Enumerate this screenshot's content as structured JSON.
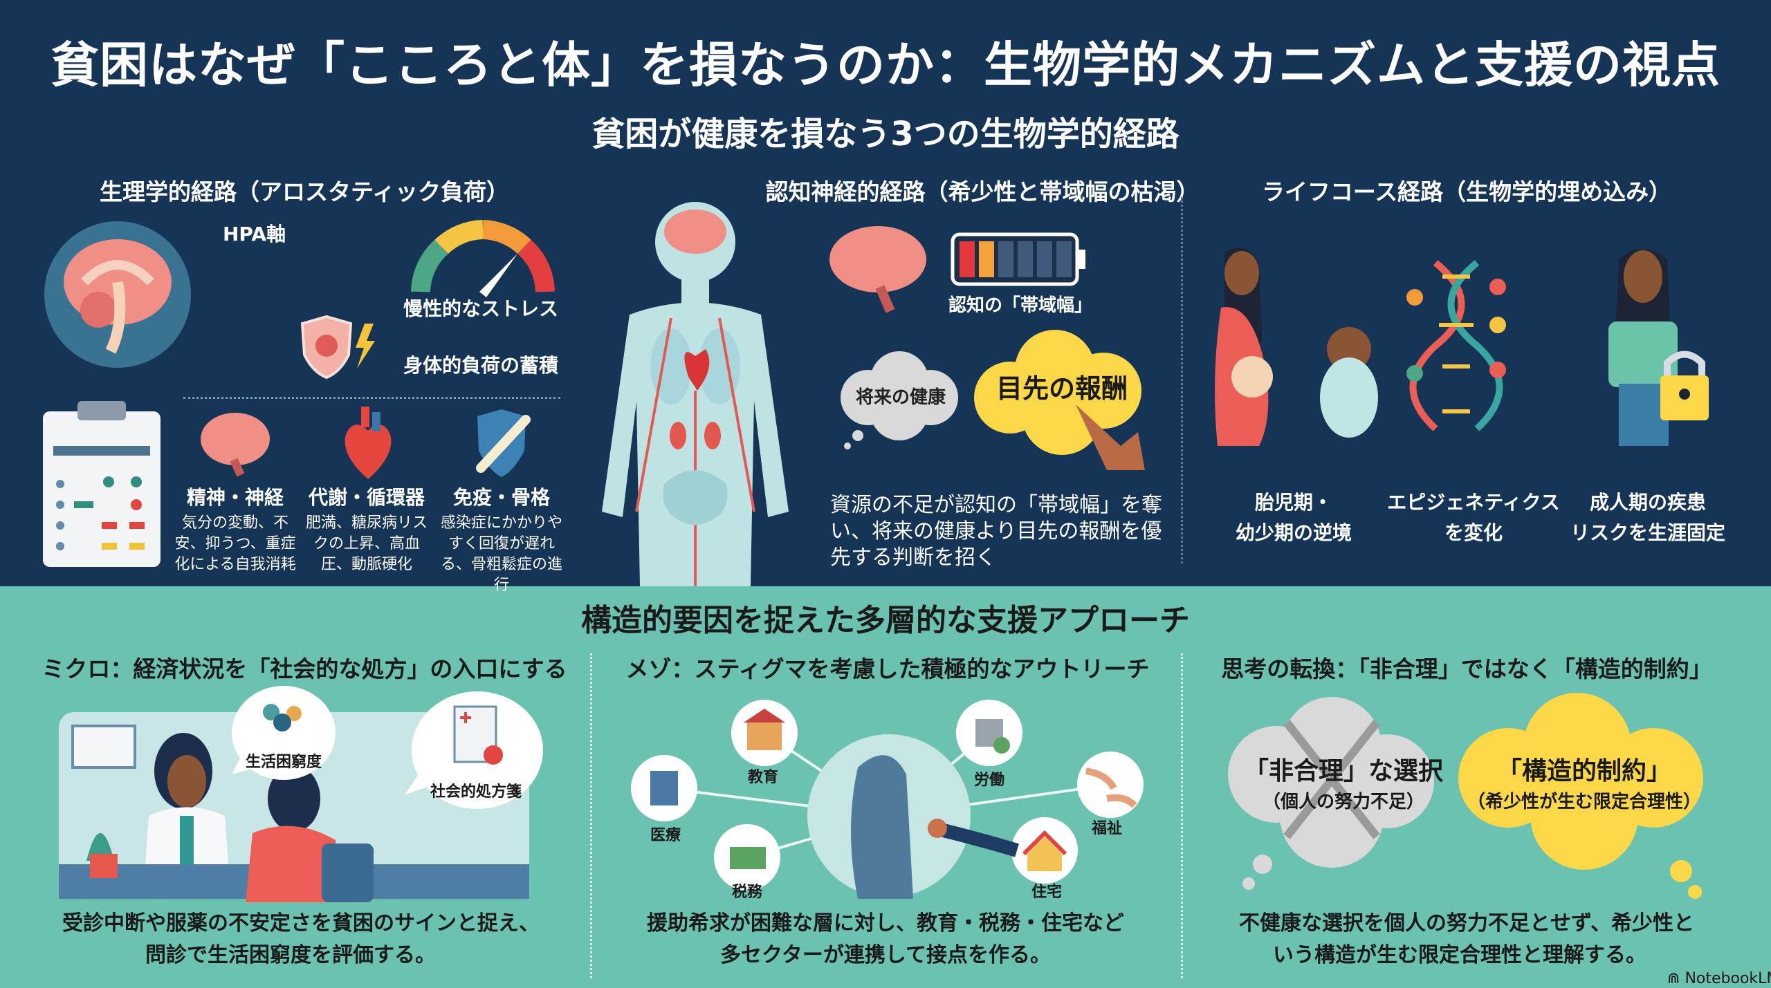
{
  "title": "貧困はなぜ「こころと体」を損なうのか：生物学的メカニズムと支援の視点",
  "subtitle": "貧困が健康を損なう3つの生物学的経路",
  "colors": {
    "navy": "#163556",
    "teal": "#6cc2b0",
    "yellow": "#fcd849",
    "red": "#e8574d",
    "cloud_gray": "#d9d9d9"
  },
  "physiological": {
    "heading": "生理学的経路（アロスタティック負荷）",
    "hpa_label": "HPA軸",
    "stress_label": "慢性的なストレス",
    "load_label": "身体的負荷の蓄積",
    "items": [
      {
        "title": "精神・神経",
        "desc": "気分の変動、不安、抑うつ、重症化による自我消耗"
      },
      {
        "title": "代謝・循環器",
        "desc": "肥満、糖尿病リスクの上昇、高血圧、動脈硬化"
      },
      {
        "title": "免疫・骨格",
        "desc": "感染症にかかりやすく回復が遅れる、骨粗鬆症の進行"
      }
    ]
  },
  "cognitive": {
    "heading": "認知神経的経路（希少性と帯域幅の枯渇）",
    "bandwidth_label": "認知の「帯域幅」",
    "battery_level": 0.25,
    "future_health": "将来の健康",
    "immediate_reward": "目先の報酬",
    "desc": "資源の不足が認知の「帯域幅」を奪い、将来の健康より目先の報酬を優先する判断を招く"
  },
  "lifecourse": {
    "heading": "ライフコース経路（生物学的埋め込み）",
    "items": [
      {
        "line1": "胎児期・",
        "line2": "幼少期の逆境"
      },
      {
        "line1": "エピジェネティクス",
        "line2": "を変化"
      },
      {
        "line1": "成人期の疾患",
        "line2": "リスクを生涯固定"
      }
    ]
  },
  "support": {
    "heading": "構造的要因を捉えた多層的な支援アプローチ",
    "micro": {
      "heading": "ミクロ：経済状況を「社会的な処方」の入口にする",
      "bubble1": "生活困窮度",
      "bubble2": "社会的処方箋",
      "desc_line1": "受診中断や服薬の不安定さを貧困のサインと捉え、",
      "desc_line2": "問診で生活困窮度を評価する。"
    },
    "meso": {
      "heading": "メゾ：スティグマを考慮した積極的なアウトリーチ",
      "sectors": {
        "medical": "医療",
        "education": "教育",
        "tax": "税務",
        "labor": "労働",
        "welfare": "福祉",
        "housing": "住宅"
      },
      "desc_line1": "援助希求が困難な層に対し、教育・税務・住宅など",
      "desc_line2": "多セクターが連携して接点を作る。"
    },
    "shift": {
      "heading": "思考の転換：「非合理」ではなく「構造的制約」",
      "gray_main": "「非合理」な選択",
      "gray_sub": "（個人の努力不足）",
      "yellow_main": "「構造的制約」",
      "yellow_sub": "（希少性が生む限定合理性）",
      "desc_line1": "不健康な選択を個人の努力不足とせず、希少性と",
      "desc_line2": "いう構造が生む限定合理性と理解する。"
    }
  },
  "brand": "NotebookLM"
}
